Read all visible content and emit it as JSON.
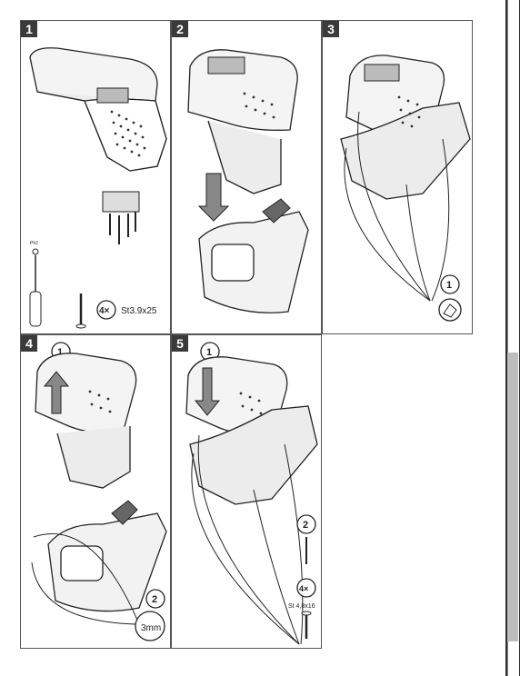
{
  "steps": [
    {
      "number": "1",
      "circle_labels": [],
      "screw_count": "4×",
      "screw_spec": "St3.9x25",
      "tool_label": "Ph2"
    },
    {
      "number": "2"
    },
    {
      "number": "3",
      "circle_labels": [
        "1"
      ]
    },
    {
      "number": "4",
      "circle_labels": [
        "1",
        "2"
      ],
      "clearance": "3mm"
    },
    {
      "number": "5",
      "circle_labels": [
        "1",
        "2"
      ],
      "screw_count": "4×",
      "screw_spec": "St 4,8x16"
    }
  ]
}
